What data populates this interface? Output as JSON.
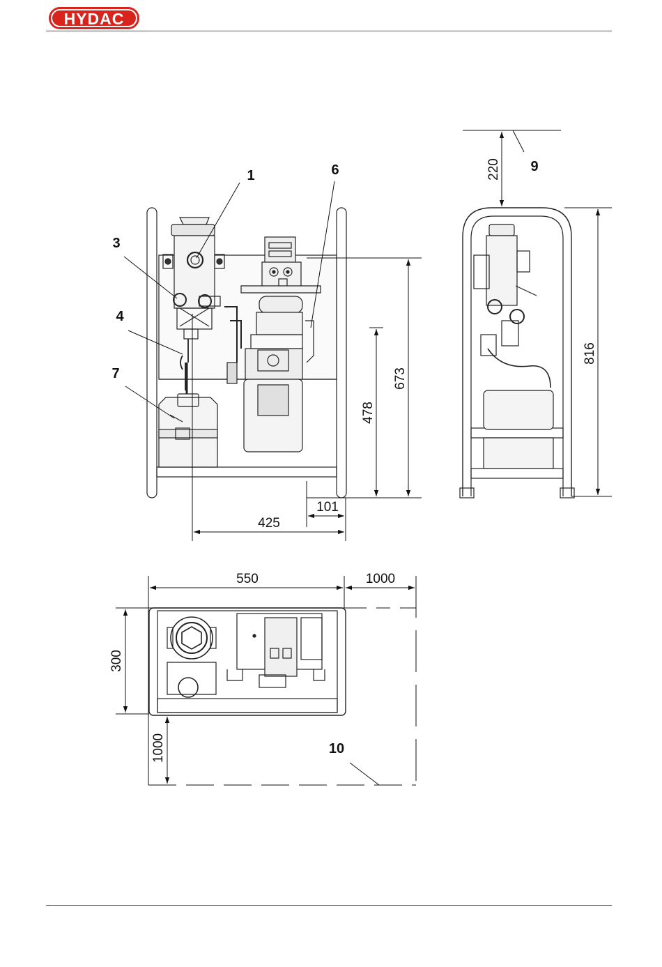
{
  "header": {
    "logo_text": "HYDAC",
    "logo_color": "#d8241c"
  },
  "callouts": {
    "c1": "1",
    "c3": "3",
    "c4": "4",
    "c6": "6",
    "c7": "7",
    "c9": "9",
    "c10": "10"
  },
  "dimensions": {
    "d220": "220",
    "d816": "816",
    "d673": "673",
    "d478": "478",
    "d101": "101",
    "d425": "425",
    "d550": "550",
    "d1000_right": "1000",
    "d300": "300",
    "d1000_down": "1000"
  }
}
